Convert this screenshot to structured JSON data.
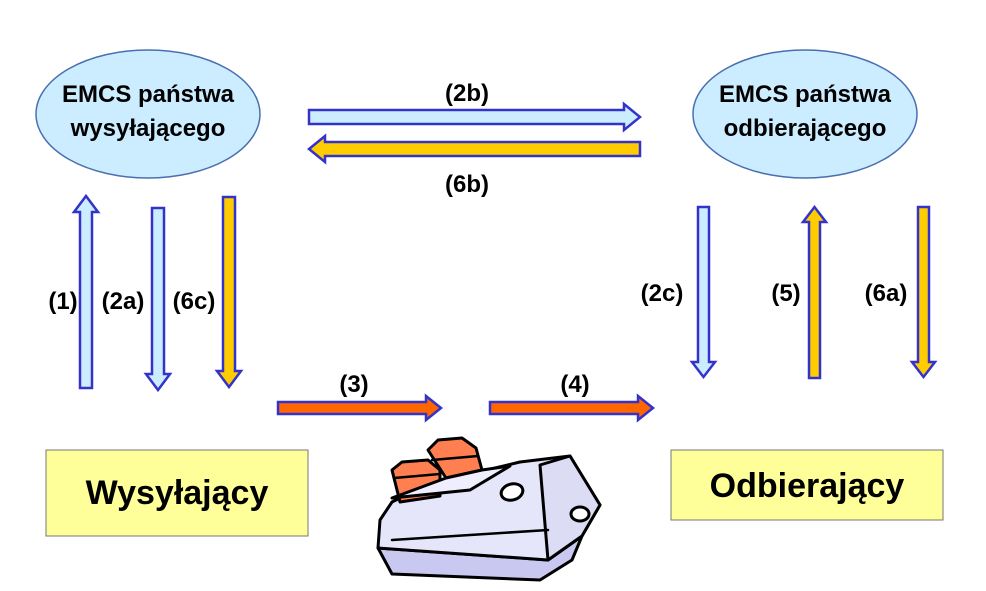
{
  "nodes": {
    "emcs_sender": {
      "line1": "EMCS państwa",
      "line2": "wysyłającego",
      "fill": "#CCECFF"
    },
    "emcs_receiver": {
      "line1": "EMCS państwa",
      "line2": "odbierającego",
      "fill": "#CCECFF"
    },
    "sender": {
      "label": "Wysyłający",
      "fill": "#FFFF99"
    },
    "receiver": {
      "label": "Odbierający",
      "fill": "#FFFF99"
    }
  },
  "edges": {
    "e1": "(1)",
    "e2a": "(2a)",
    "e2b": "(2b)",
    "e2c": "(2c)",
    "e3": "(3)",
    "e4": "(4)",
    "e5": "(5)",
    "e6a": "(6a)",
    "e6b": "(6b)",
    "e6c": "(6c)"
  },
  "colors": {
    "arrow_light_blue": "#CCECFF",
    "arrow_yellow": "#FFCC00",
    "arrow_orange": "#FF6600",
    "arrow_outline": "#3333CC",
    "ship_hull": "#E6E6FA",
    "ship_cabin": "#FF7F50"
  },
  "icons": {
    "ship": "ship-icon"
  }
}
